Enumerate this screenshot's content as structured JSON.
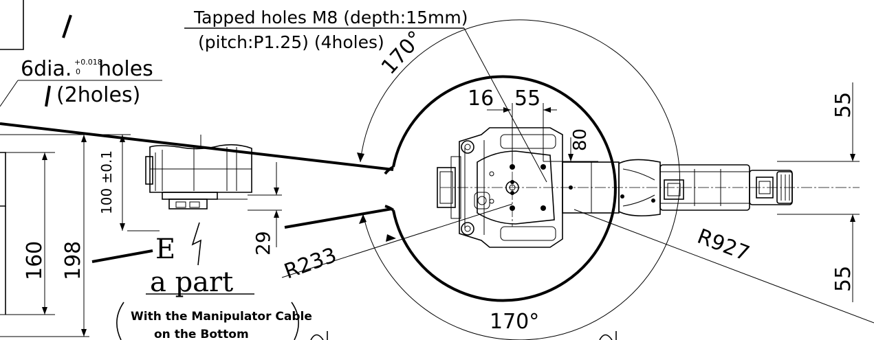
{
  "labels": {
    "tapped_holes_line1": "Tapped holes M8 (depth:15mm)",
    "tapped_holes_line2": "(pitch:P1.25) (4holes)",
    "dia_holes_prefix": "6dia.",
    "dia_tol_upper": "+0.018",
    "dia_tol_lower": "0",
    "dia_holes_suffix": "holes",
    "dia_holes_count": "(2holes)",
    "section_letter": "E",
    "part_title": "a part",
    "part_note_line1": "With the Manipulator Cable",
    "part_note_line2": "on the Bottom"
  },
  "dimensions": {
    "angle_top": "170°",
    "angle_bottom": "170°",
    "d16": "16",
    "d55_top": "55",
    "d80": "80",
    "d55_right_top": "55",
    "d55_right_bottom": "55",
    "d100": "100 ±0.1",
    "d29": "29",
    "d160": "160",
    "d198": "198",
    "r233": "R233",
    "r927": "R927"
  },
  "colors": {
    "line": "#000000",
    "background": "#ffffff"
  }
}
